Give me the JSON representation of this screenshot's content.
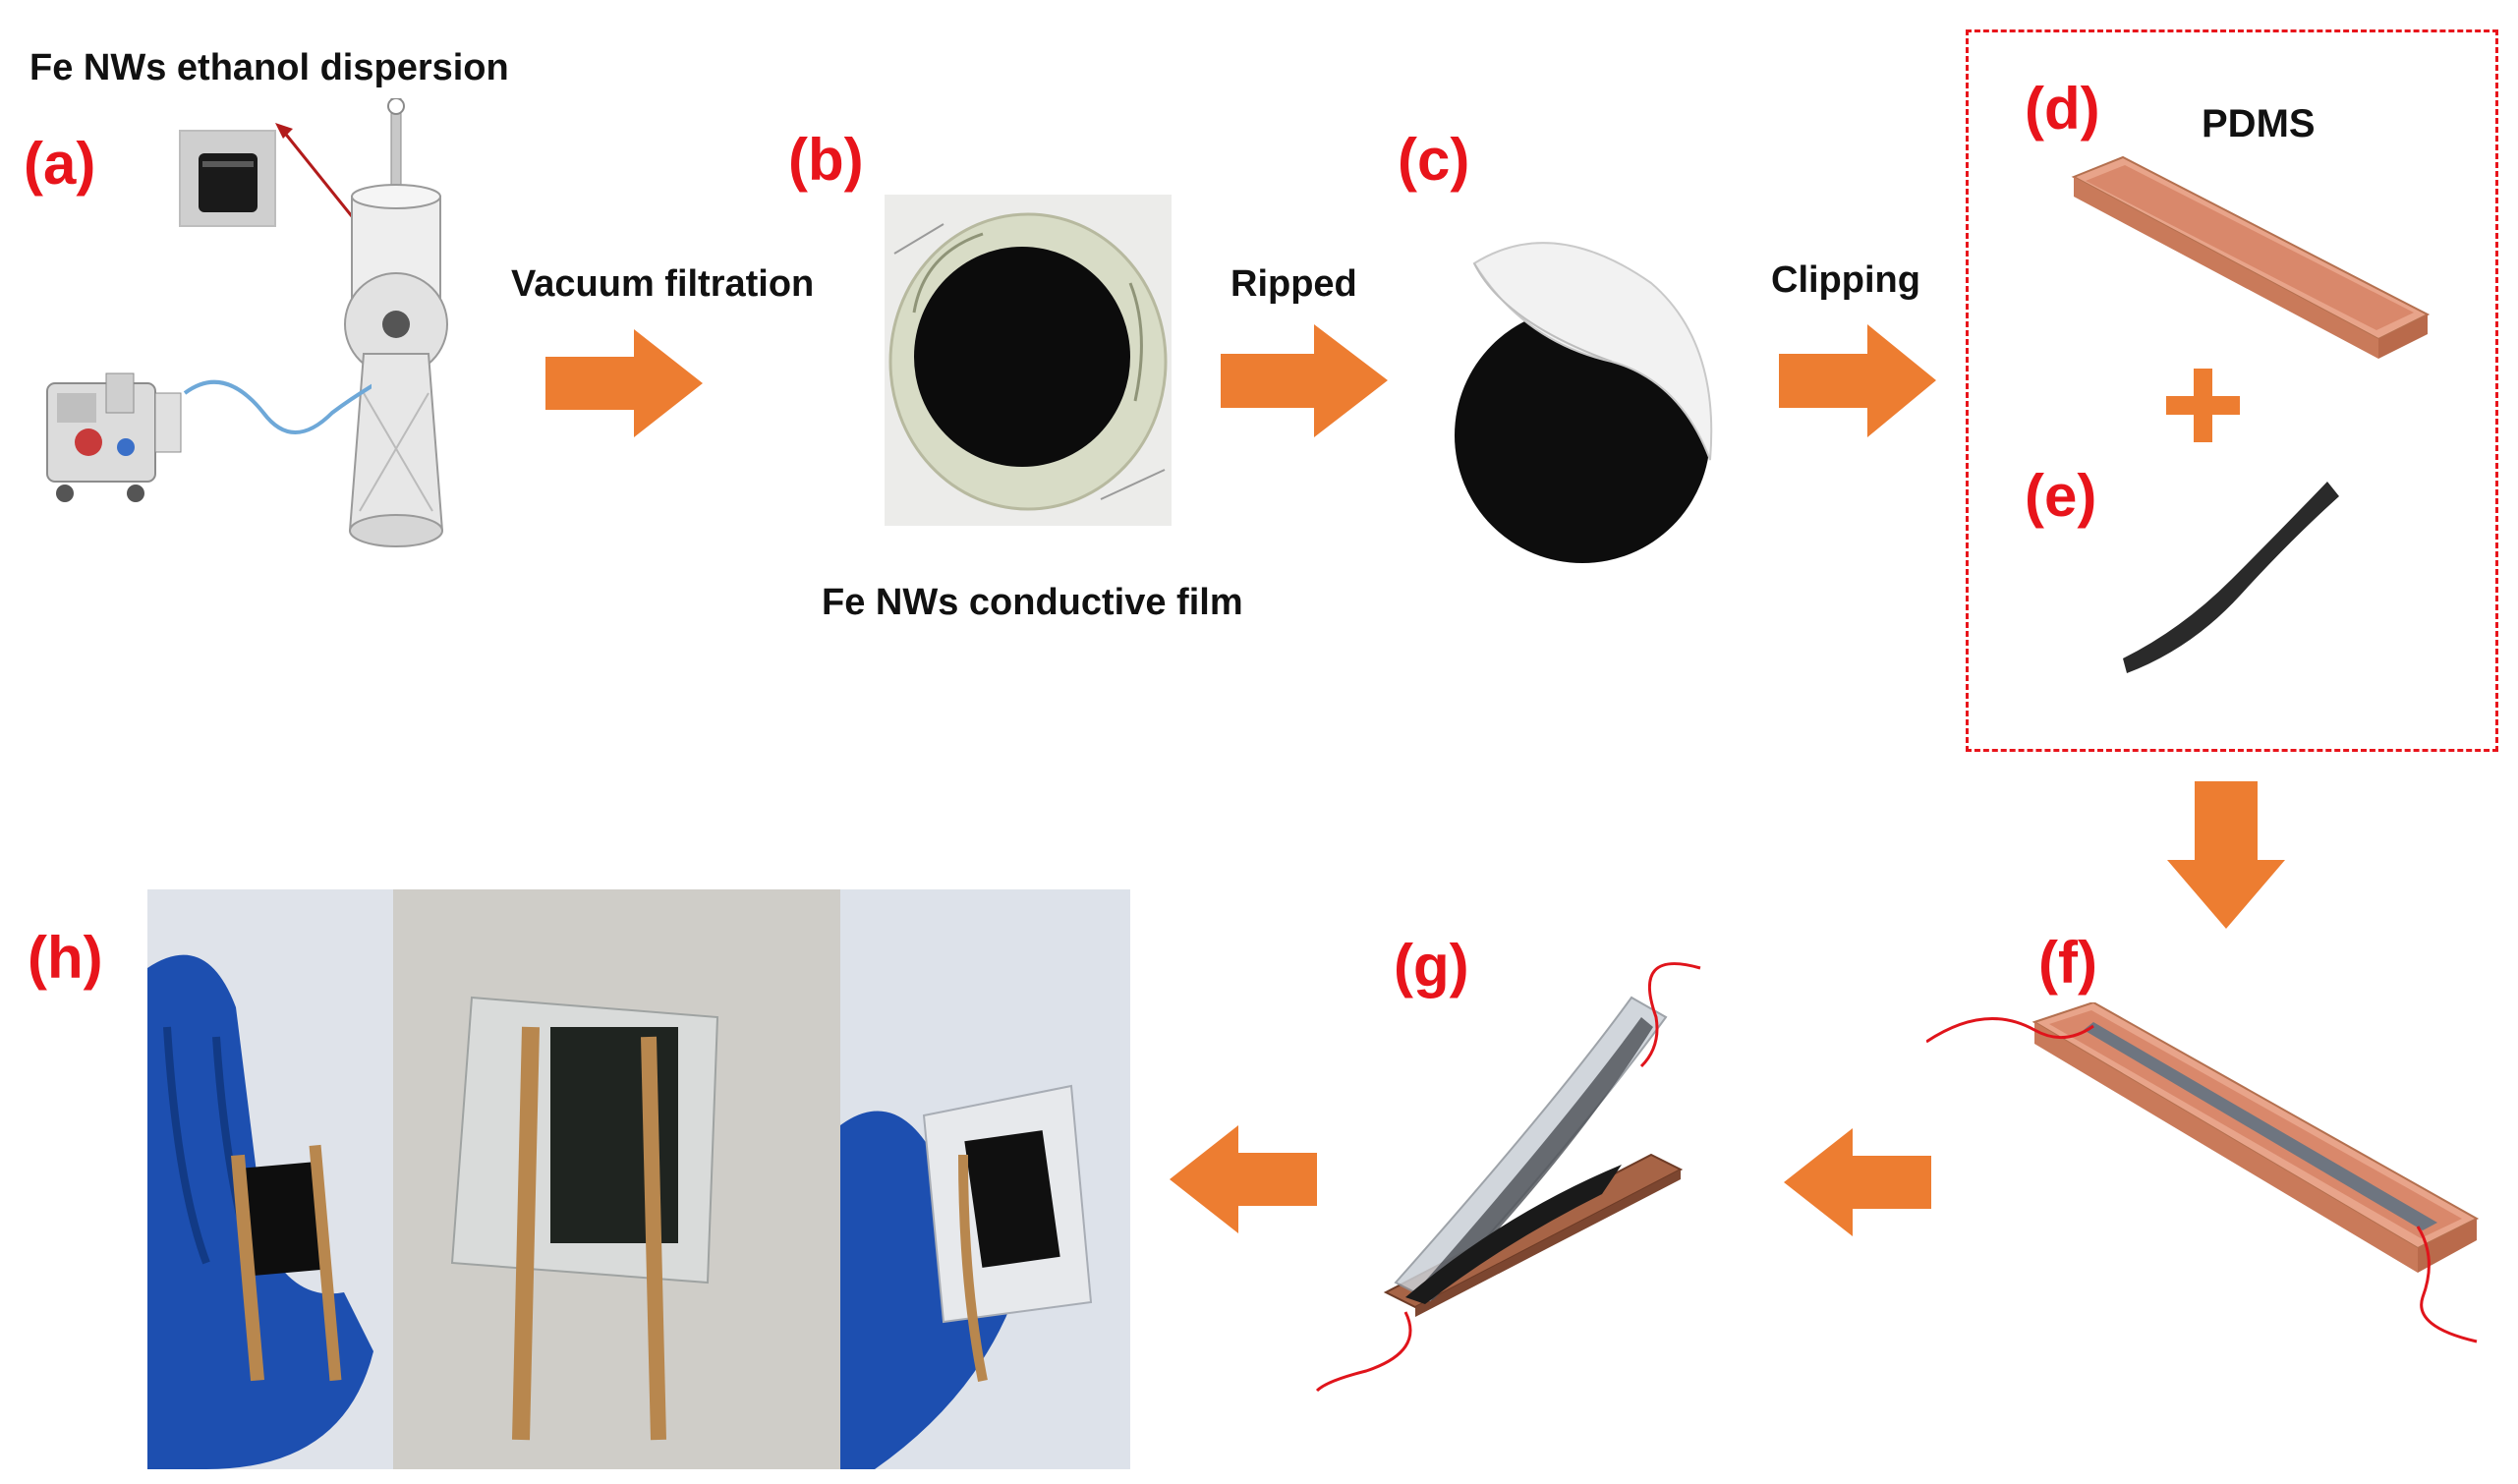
{
  "title_top": "Fe NWs ethanol dispersion",
  "panels": {
    "a": "(a)",
    "b": "(b)",
    "c": "(c)",
    "d": "(d)",
    "e": "(e)",
    "f": "(f)",
    "g": "(g)",
    "h": "(h)"
  },
  "steps": {
    "vacuum": "Vacuum filtration",
    "ripped": "Ripped",
    "clipping": "Clipping"
  },
  "captions": {
    "film": "Fe NWs conductive film",
    "pdms": "PDMS",
    "plus": "+"
  },
  "colors": {
    "label_red": "#e8141b",
    "arrow_orange": "#ed7d31",
    "copper": "#e6a48a",
    "black": "#111111"
  }
}
